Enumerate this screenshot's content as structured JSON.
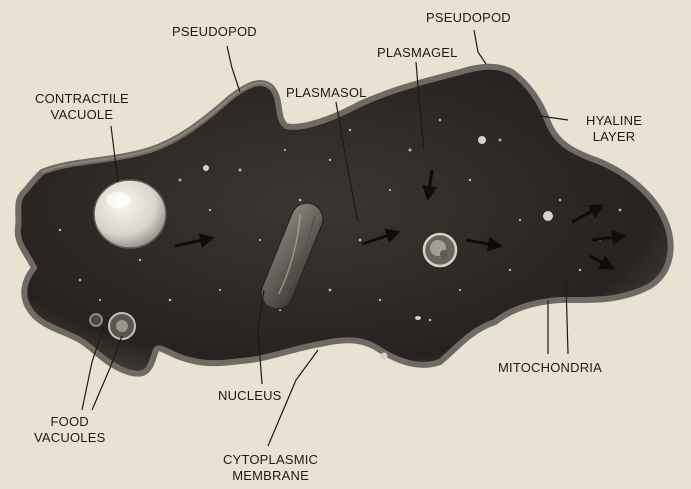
{
  "labels": {
    "pseudopod_left": "PSEUDOPOD",
    "pseudopod_right": "PSEUDOPOD",
    "contractile_vacuole": [
      "CONTRACTILE",
      "VACUOLE"
    ],
    "plasmagel": "PLASMAGEL",
    "plasmasol": "PLASMASOL",
    "hyaline_layer": [
      "HYALINE",
      "LAYER"
    ],
    "nucleus": "NUCLEUS",
    "mitochondria": "MITOCHONDRIA",
    "food_vacuoles": [
      "FOOD",
      "VACUOLES"
    ],
    "cytoplasmic_membrane": [
      "CYTOPLASMIC",
      "MEMBRANE"
    ]
  },
  "colors": {
    "background": "#e9e2d2",
    "cytoplasm": "#2e2a27",
    "membrane": "#6f6a63",
    "ink": "#1e1a16"
  }
}
